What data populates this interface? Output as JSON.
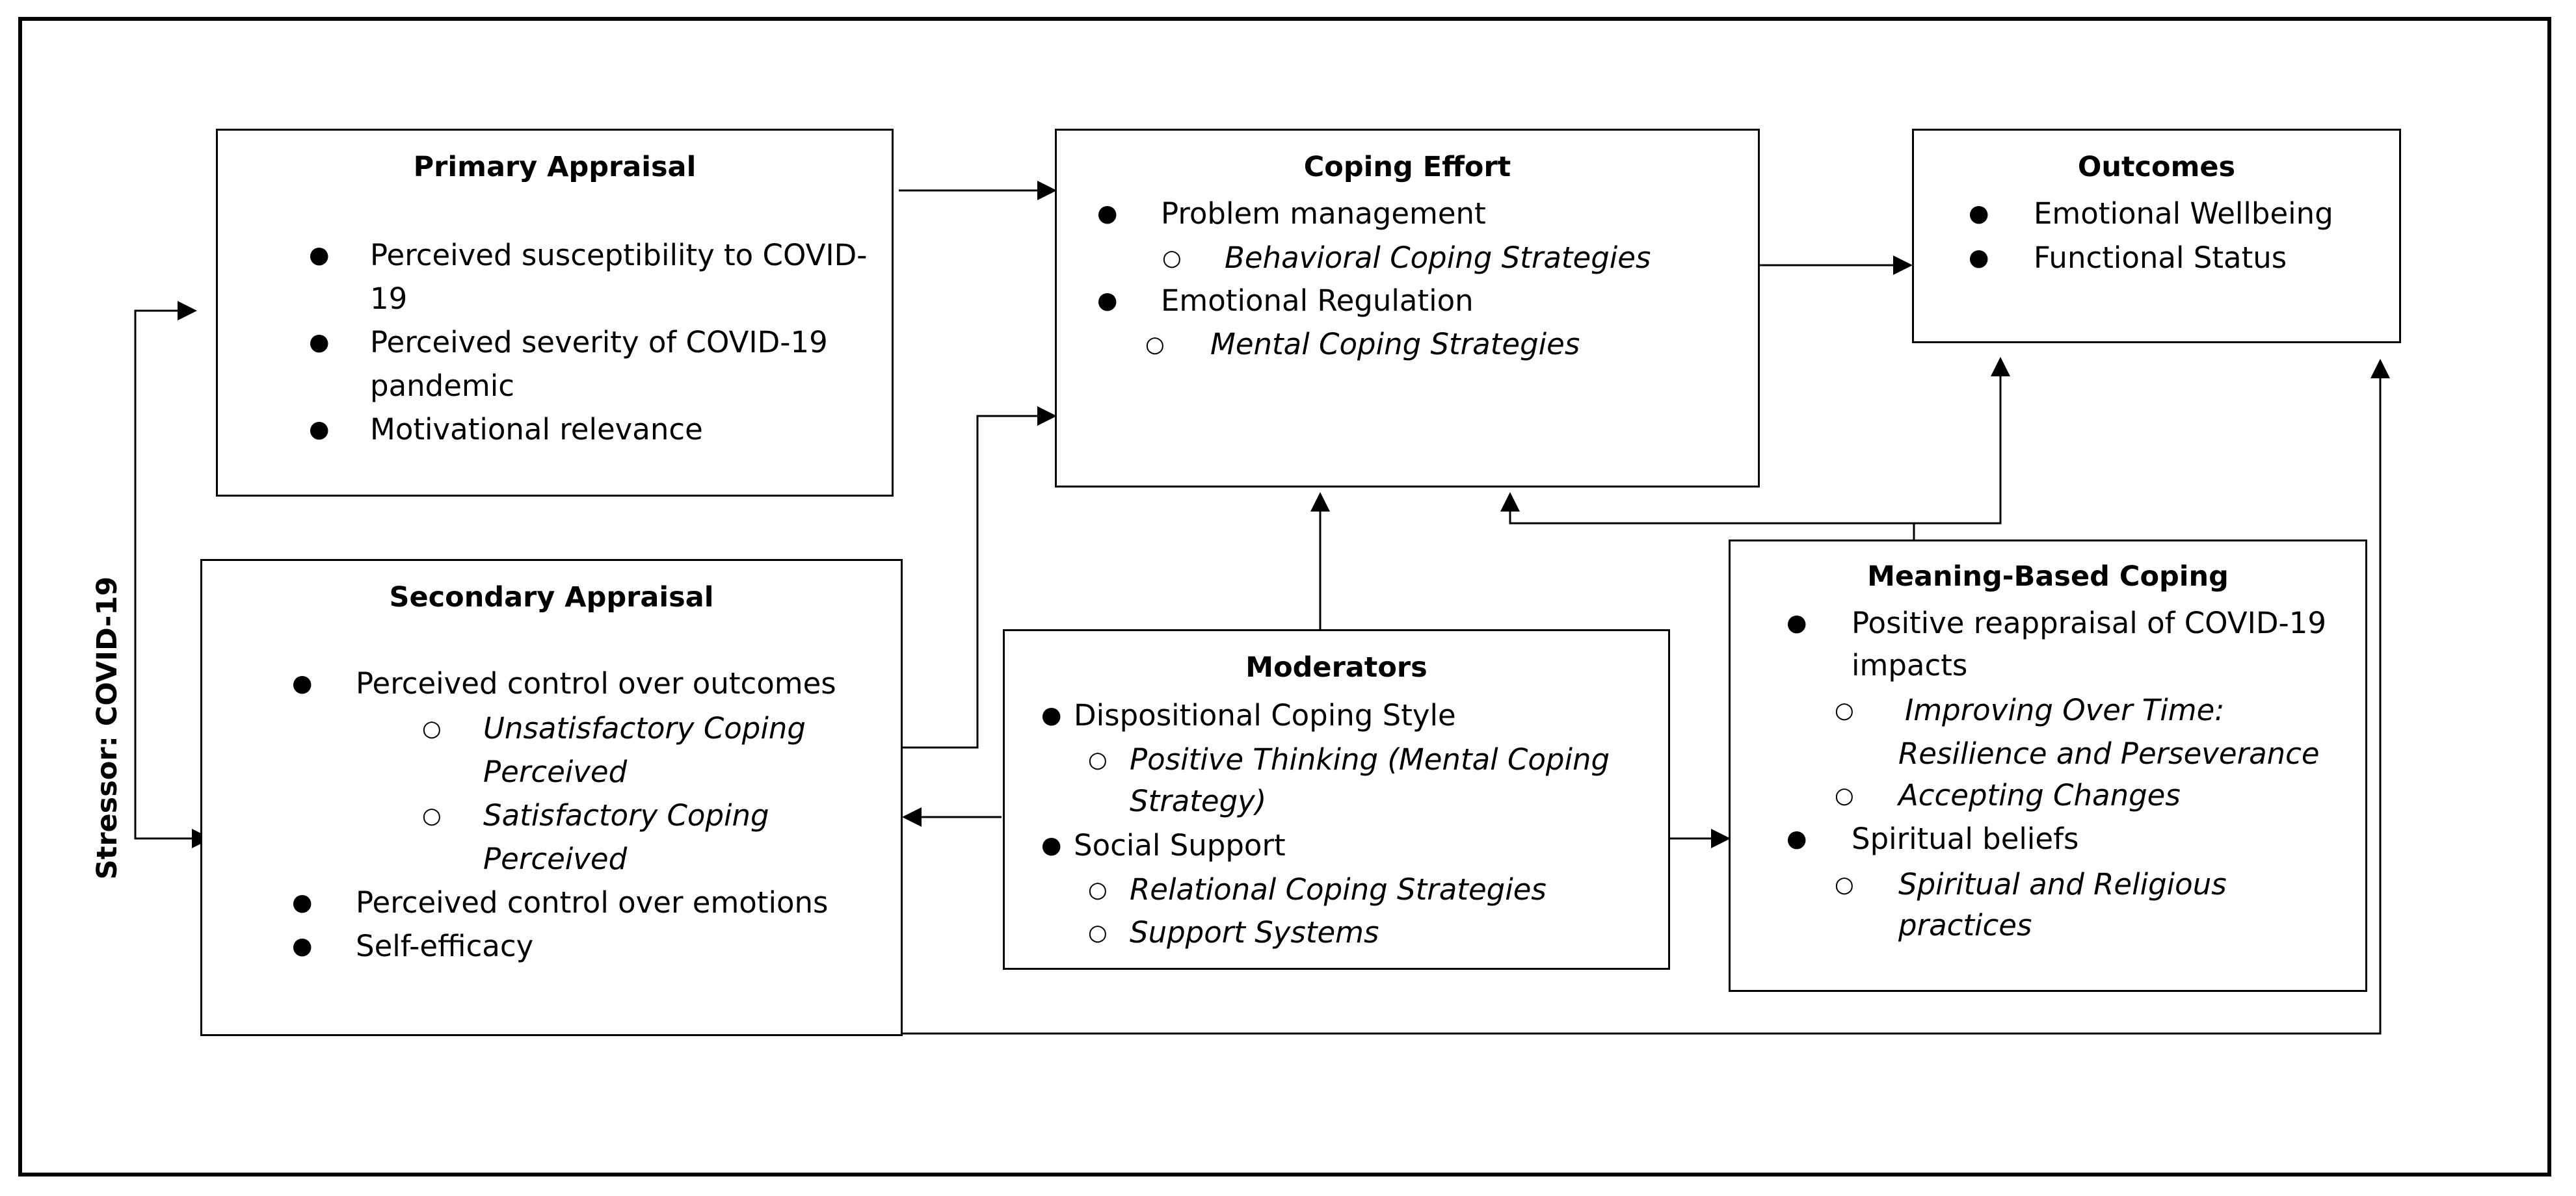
{
  "stressor": "Stressor: COVID-19",
  "primary_appraisal": {
    "title": "Primary Appraisal",
    "items": [
      "Perceived susceptibility to COVID-",
      "19",
      "Perceived severity of COVID-19",
      "pandemic",
      "Motivational relevance"
    ]
  },
  "secondary_appraisal": {
    "title": "Secondary Appraisal",
    "items": [
      "Perceived control over outcomes",
      "Unsatisfactory Coping",
      "Perceived",
      "Satisfactory Coping",
      "Perceived",
      "Perceived control over emotions",
      "Self-efficacy"
    ]
  },
  "coping_effort": {
    "title": "Coping Effort",
    "items": [
      "Problem management",
      "Behavioral Coping Strategies",
      "Emotional Regulation",
      "Mental Coping Strategies"
    ]
  },
  "outcomes": {
    "title": "Outcomes",
    "items": [
      "Emotional Wellbeing",
      "Functional Status"
    ]
  },
  "moderators": {
    "title": "Moderators",
    "items": [
      "Dispositional Coping Style",
      "Positive Thinking (Mental Coping",
      "Strategy)",
      "Social Support",
      "Relational Coping Strategies",
      "Support Systems"
    ]
  },
  "meaning_based_coping": {
    "title": "Meaning-Based Coping",
    "items": [
      "Positive reappraisal of COVID-19",
      "impacts",
      "Improving Over Time:",
      "Resilience and Perseverance",
      "Accepting Changes",
      "Spiritual beliefs",
      "Spiritual and Religious",
      "practices"
    ]
  }
}
